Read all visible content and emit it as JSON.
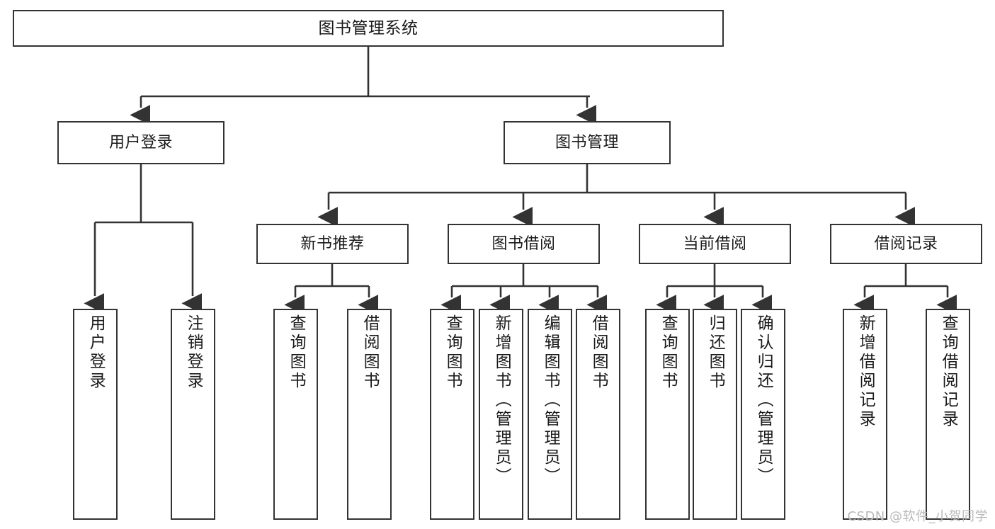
{
  "diagram": {
    "type": "tree-hierarchy-chart",
    "title": "图书管理系统",
    "watermark": "CSDN @软件_小贺同学",
    "stroke_color": "#333333",
    "fill_color": "#ffffff",
    "nodes": {
      "root": {
        "label": "图书管理系统"
      },
      "level2": [
        {
          "id": "user-login",
          "label": "用户登录"
        },
        {
          "id": "book-management",
          "label": "图书管理"
        }
      ],
      "level3": [
        {
          "id": "new-book-recommend",
          "label": "新书推荐",
          "parent": "book-management"
        },
        {
          "id": "book-borrow",
          "label": "图书借阅",
          "parent": "book-management"
        },
        {
          "id": "current-borrow",
          "label": "当前借阅",
          "parent": "book-management"
        },
        {
          "id": "borrow-record",
          "label": "借阅记录",
          "parent": "book-management"
        }
      ],
      "leaves": [
        {
          "id": "leaf-user-login",
          "label": "用户登录",
          "parent": "user-login"
        },
        {
          "id": "leaf-logout-login",
          "label": "注销登录",
          "parent": "user-login"
        },
        {
          "id": "leaf-query-book-1",
          "label": "查询图书",
          "parent": "new-book-recommend"
        },
        {
          "id": "leaf-borrow-book-1",
          "label": "借阅图书",
          "parent": "new-book-recommend"
        },
        {
          "id": "leaf-query-book-2",
          "label": "查询图书",
          "parent": "book-borrow"
        },
        {
          "id": "leaf-add-book",
          "label": "新增图书（管理员）",
          "parent": "book-borrow"
        },
        {
          "id": "leaf-edit-book",
          "label": "编辑图书（管理员）",
          "parent": "book-borrow"
        },
        {
          "id": "leaf-borrow-book-2",
          "label": "借阅图书",
          "parent": "book-borrow"
        },
        {
          "id": "leaf-query-book-3",
          "label": "查询图书",
          "parent": "current-borrow"
        },
        {
          "id": "leaf-return-book",
          "label": "归还图书",
          "parent": "current-borrow"
        },
        {
          "id": "leaf-confirm-return",
          "label": "确认归还（管理员）",
          "parent": "current-borrow"
        },
        {
          "id": "leaf-add-record",
          "label": "新增借阅记录",
          "parent": "borrow-record"
        },
        {
          "id": "leaf-query-record",
          "label": "查询借阅记录",
          "parent": "borrow-record"
        }
      ]
    }
  }
}
